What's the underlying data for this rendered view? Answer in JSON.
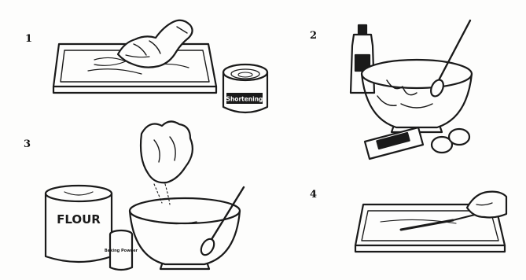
{
  "steps": [
    {
      "number": "1",
      "shortening_label": "Shortening"
    },
    {
      "number": "2"
    },
    {
      "number": "3",
      "flour_label": "FLOUR",
      "baking_label": "Baking Powder"
    },
    {
      "number": "4"
    }
  ],
  "colors": {
    "ink": "#1a1a1a",
    "paper": "#fdfdfc"
  }
}
